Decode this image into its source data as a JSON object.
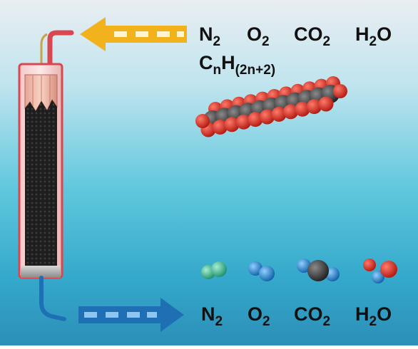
{
  "top_gases": [
    {
      "main": "N",
      "sub": "2"
    },
    {
      "main": "O",
      "sub": "2"
    },
    {
      "main": "CO",
      "sub": "2"
    },
    {
      "main": "H",
      "sub": "2",
      "tail": "O"
    }
  ],
  "alkane": {
    "c": "C",
    "n": "n",
    "h": "H",
    "sub": "(2n+2)"
  },
  "bottom_gases": [
    {
      "main": "N",
      "sub": "2"
    },
    {
      "main": "O",
      "sub": "2"
    },
    {
      "main": "CO",
      "sub": "2"
    },
    {
      "main": "H",
      "sub": "2",
      "tail": "O"
    }
  ],
  "colors": {
    "inlet_arrow": "#f2b21c",
    "outlet_arrow": "#1f6fb5",
    "tube_outline": "#d9474f",
    "carbon": "#3a3a3a",
    "hydrogen": "#d63228",
    "nitrogen": "#2fb38a",
    "oxygen": "#1e7fd0"
  }
}
